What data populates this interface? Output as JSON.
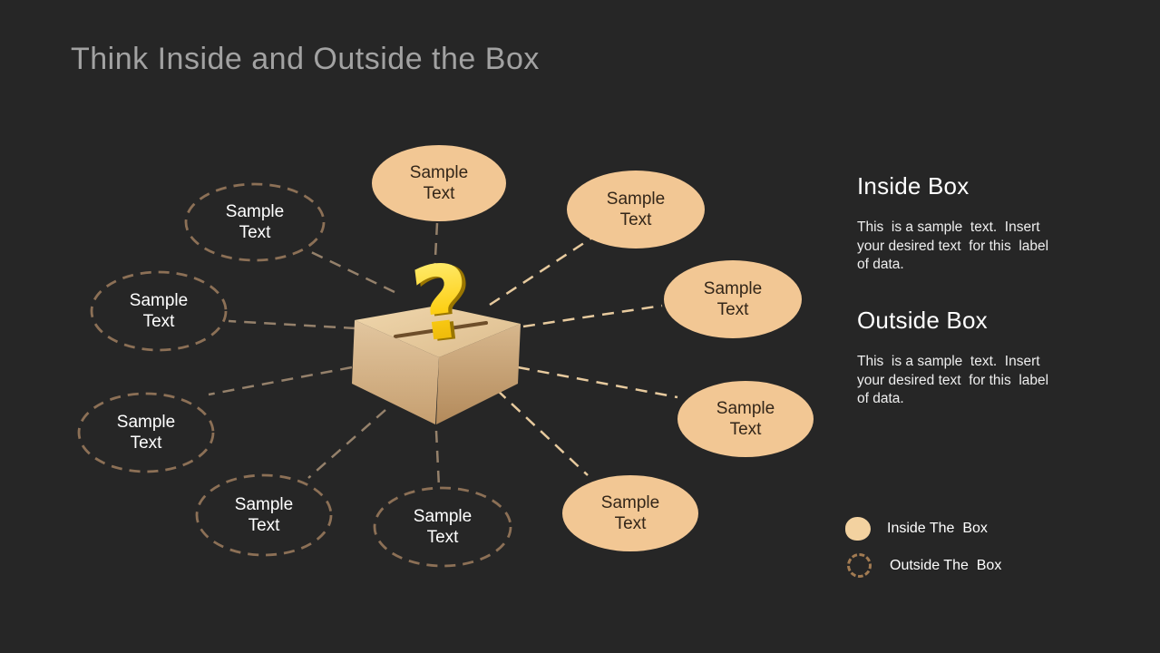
{
  "slide": {
    "title": "Think Inside and Outside the Box"
  },
  "diagram": {
    "center_icon": "question-mark-ballot-box",
    "question_mark": "?",
    "inside_nodes": [
      {
        "label": "Sample\nText"
      },
      {
        "label": "Sample\nText"
      },
      {
        "label": "Sample\nText"
      },
      {
        "label": "Sample\nText"
      },
      {
        "label": "Sample\nText"
      }
    ],
    "outside_nodes": [
      {
        "label": "Sample\nText"
      },
      {
        "label": "Sample\nText"
      },
      {
        "label": "Sample\nText"
      },
      {
        "label": "Sample\nText"
      },
      {
        "label": "Sample\nText"
      }
    ]
  },
  "panel": {
    "sections": [
      {
        "heading": "Inside Box",
        "body": "This  is a sample  text.  Insert\nyour desired text  for this  label\nof data."
      },
      {
        "heading": "Outside Box",
        "body": "This  is a sample  text.  Insert\nyour desired text  for this  label\nof data."
      }
    ]
  },
  "legend": {
    "items": [
      {
        "label": "Inside The  Box",
        "swatch": "inside-filled-swatch"
      },
      {
        "label": "Outside The  Box",
        "swatch": "outside-dashed-swatch"
      }
    ]
  },
  "colors": {
    "background": "#262626",
    "title": "#a2a2a2",
    "node_fill": "#f2c794",
    "node_text_dark": "#332619",
    "node_dashed_stroke": "#8c7056",
    "connector_muted": "#95816b",
    "connector_tan": "#e7ca9e",
    "box_tan": "#d2b186",
    "question_mark_yellow": "#fdd017",
    "text_light": "#ffffff"
  }
}
